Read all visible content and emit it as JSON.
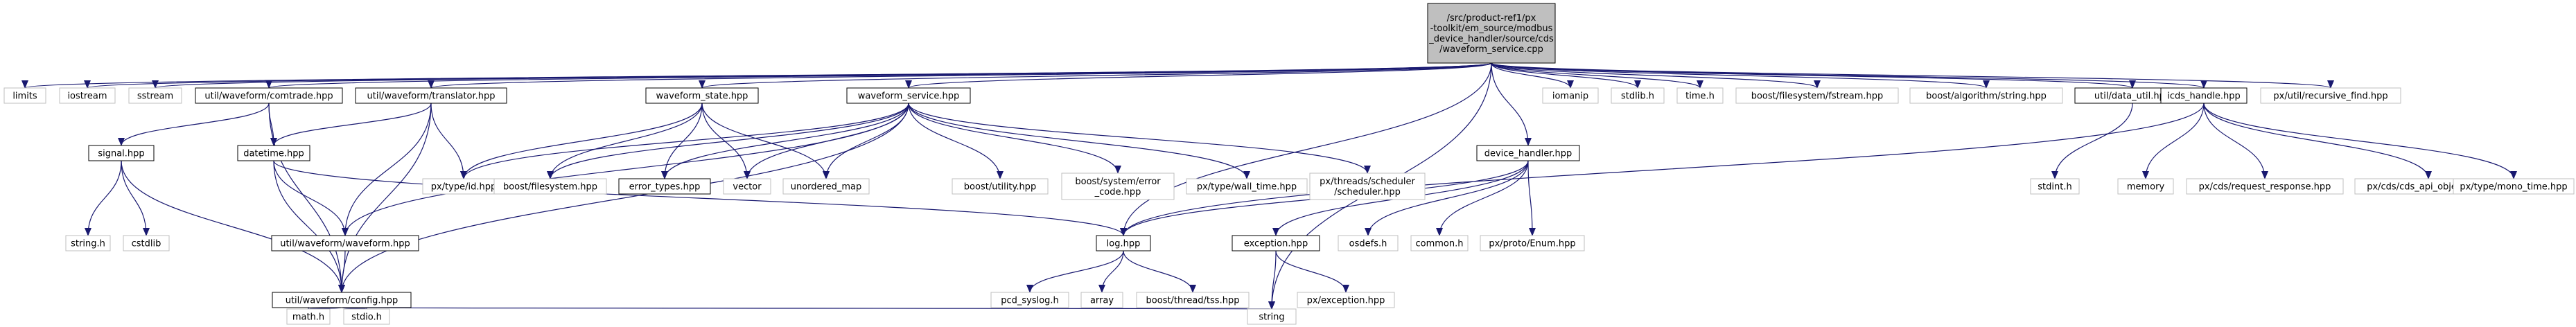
{
  "graph": {
    "colors": {
      "root_fill": "#bfbfbf",
      "node_fill": "#ffffff",
      "doc_border": "#000000",
      "ext_border": "#bfbfbf",
      "edge": "#191970",
      "text": "#000000"
    },
    "root": {
      "id": "root",
      "lines": [
        "/src/product-ref1/px",
        "-toolkit/em_source/modbus",
        "_device_handler/source/cds",
        "/waveform_service.cpp"
      ]
    },
    "nodes": [
      {
        "id": "limits",
        "label": "limits",
        "doc": false
      },
      {
        "id": "iostream",
        "label": "iostream",
        "doc": false
      },
      {
        "id": "sstream",
        "label": "sstream",
        "doc": false
      },
      {
        "id": "comtrade",
        "label": "util/waveform/comtrade.hpp",
        "doc": true
      },
      {
        "id": "translator",
        "label": "util/waveform/translator.hpp",
        "doc": true
      },
      {
        "id": "wstate",
        "label": "waveform_state.hpp",
        "doc": true
      },
      {
        "id": "wservice",
        "label": "waveform_service.hpp",
        "doc": true
      },
      {
        "id": "devhandler",
        "label": "device_handler.hpp",
        "doc": true
      },
      {
        "id": "iomanip",
        "label": "iomanip",
        "doc": false
      },
      {
        "id": "stdlibh",
        "label": "stdlib.h",
        "doc": false
      },
      {
        "id": "timeh",
        "label": "time.h",
        "doc": false
      },
      {
        "id": "fsfstream",
        "label": "boost/filesystem/fstream.hpp",
        "doc": false
      },
      {
        "id": "algstring",
        "label": "boost/algorithm/string.hpp",
        "doc": false
      },
      {
        "id": "datautil",
        "label": "util/data_util.hpp",
        "doc": true
      },
      {
        "id": "icds",
        "label": "icds_handle.hpp",
        "doc": true
      },
      {
        "id": "recfind",
        "label": "px/util/recursive_find.hpp",
        "doc": false
      },
      {
        "id": "signal",
        "label": "signal.hpp",
        "doc": true
      },
      {
        "id": "datetime",
        "label": "datetime.hpp",
        "doc": true
      },
      {
        "id": "typeid",
        "label": "px/type/id.hpp",
        "doc": false
      },
      {
        "id": "boostfs",
        "label": "boost/filesystem.hpp",
        "doc": false
      },
      {
        "id": "errtypes",
        "label": "error_types.hpp",
        "doc": true
      },
      {
        "id": "vector",
        "label": "vector",
        "doc": false
      },
      {
        "id": "umap",
        "label": "unordered_map",
        "doc": false
      },
      {
        "id": "butil",
        "label": "boost/utility.hpp",
        "doc": false
      },
      {
        "id": "syserr",
        "label": "boost/system/error_code.hpp",
        "doc": false,
        "lines": [
          "boost/system/error",
          "_code.hpp"
        ]
      },
      {
        "id": "walltime",
        "label": "px/type/wall_time.hpp",
        "doc": false
      },
      {
        "id": "sched",
        "label": "px/threads/scheduler/scheduler.hpp",
        "doc": false,
        "lines": [
          "px/threads/scheduler",
          "/scheduler.hpp"
        ]
      },
      {
        "id": "stdinth",
        "label": "stdint.h",
        "doc": false
      },
      {
        "id": "memory",
        "label": "memory",
        "doc": false
      },
      {
        "id": "reqresp",
        "label": "px/cds/request_response.hpp",
        "doc": false
      },
      {
        "id": "apiobj",
        "label": "px/cds/cds_api_objects.hpp",
        "doc": false
      },
      {
        "id": "monotime",
        "label": "px/type/mono_time.hpp",
        "doc": false
      },
      {
        "id": "stringh",
        "label": "string.h",
        "doc": false
      },
      {
        "id": "cstdlib",
        "label": "cstdlib",
        "doc": false
      },
      {
        "id": "wavehpp",
        "label": "util/waveform/waveform.hpp",
        "doc": true
      },
      {
        "id": "loghpp",
        "label": "log.hpp",
        "doc": true
      },
      {
        "id": "exchpp",
        "label": "exception.hpp",
        "doc": true
      },
      {
        "id": "osdefs",
        "label": "osdefs.h",
        "doc": false
      },
      {
        "id": "commonh",
        "label": "common.h",
        "doc": false
      },
      {
        "id": "protoenum",
        "label": "px/proto/Enum.hpp",
        "doc": false
      },
      {
        "id": "configh",
        "label": "util/waveform/config.hpp",
        "doc": true
      },
      {
        "id": "pcdsyslog",
        "label": "pcd_syslog.h",
        "doc": false
      },
      {
        "id": "array",
        "label": "array",
        "doc": false
      },
      {
        "id": "tss",
        "label": "boost/thread/tss.hpp",
        "doc": false
      },
      {
        "id": "pxexc",
        "label": "px/exception.hpp",
        "doc": false
      },
      {
        "id": "mathh",
        "label": "math.h",
        "doc": false
      },
      {
        "id": "stdioh",
        "label": "stdio.h",
        "doc": false
      },
      {
        "id": "string",
        "label": "string",
        "doc": false
      }
    ],
    "edges": [
      [
        "root",
        "limits"
      ],
      [
        "root",
        "iostream"
      ],
      [
        "root",
        "sstream"
      ],
      [
        "root",
        "comtrade"
      ],
      [
        "root",
        "translator"
      ],
      [
        "root",
        "wstate"
      ],
      [
        "root",
        "wservice"
      ],
      [
        "root",
        "devhandler"
      ],
      [
        "root",
        "iomanip"
      ],
      [
        "root",
        "stdlibh"
      ],
      [
        "root",
        "timeh"
      ],
      [
        "root",
        "fsfstream"
      ],
      [
        "root",
        "algstring"
      ],
      [
        "root",
        "datautil"
      ],
      [
        "root",
        "icds"
      ],
      [
        "root",
        "recfind"
      ],
      [
        "root",
        "loghpp"
      ],
      [
        "root",
        "string"
      ],
      [
        "comtrade",
        "signal"
      ],
      [
        "comtrade",
        "datetime"
      ],
      [
        "comtrade",
        "configh"
      ],
      [
        "translator",
        "datetime"
      ],
      [
        "translator",
        "typeid"
      ],
      [
        "translator",
        "wavehpp"
      ],
      [
        "translator",
        "configh"
      ],
      [
        "wstate",
        "typeid"
      ],
      [
        "wstate",
        "boostfs"
      ],
      [
        "wstate",
        "errtypes"
      ],
      [
        "wstate",
        "vector"
      ],
      [
        "wstate",
        "umap"
      ],
      [
        "wservice",
        "typeid"
      ],
      [
        "wservice",
        "boostfs"
      ],
      [
        "wservice",
        "errtypes"
      ],
      [
        "wservice",
        "vector"
      ],
      [
        "wservice",
        "umap"
      ],
      [
        "wservice",
        "butil"
      ],
      [
        "wservice",
        "syserr"
      ],
      [
        "wservice",
        "walltime"
      ],
      [
        "wservice",
        "sched"
      ],
      [
        "wservice",
        "wavehpp"
      ],
      [
        "wservice",
        "configh"
      ],
      [
        "datautil",
        "stdinth"
      ],
      [
        "icds",
        "memory"
      ],
      [
        "icds",
        "reqresp"
      ],
      [
        "icds",
        "apiobj"
      ],
      [
        "icds",
        "monotime"
      ],
      [
        "icds",
        "loghpp"
      ],
      [
        "signal",
        "stringh"
      ],
      [
        "signal",
        "cstdlib"
      ],
      [
        "signal",
        "configh"
      ],
      [
        "datetime",
        "wavehpp"
      ],
      [
        "datetime",
        "configh"
      ],
      [
        "datetime",
        "loghpp"
      ],
      [
        "wavehpp",
        "configh"
      ],
      [
        "devhandler",
        "loghpp"
      ],
      [
        "devhandler",
        "exchpp"
      ],
      [
        "devhandler",
        "osdefs"
      ],
      [
        "devhandler",
        "commonh"
      ],
      [
        "devhandler",
        "protoenum"
      ],
      [
        "loghpp",
        "pcdsyslog"
      ],
      [
        "loghpp",
        "array"
      ],
      [
        "loghpp",
        "tss"
      ],
      [
        "exchpp",
        "pxexc"
      ],
      [
        "exchpp",
        "string"
      ],
      [
        "configh",
        "mathh"
      ],
      [
        "configh",
        "stdioh"
      ],
      [
        "configh",
        "string"
      ]
    ]
  }
}
